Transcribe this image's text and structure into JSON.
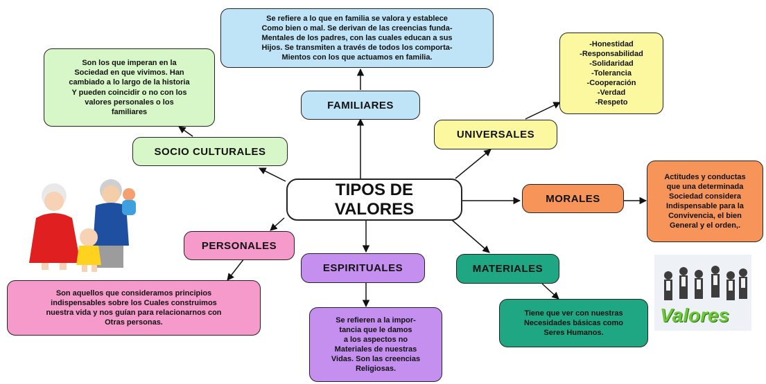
{
  "central": {
    "line1": "TIPOS DE",
    "line2": "VALORES"
  },
  "nodes": {
    "familiares": "FAMILIARES",
    "socio_culturales": "SOCIO CULTURALES",
    "universales": "UNIVERSALES",
    "morales": "MORALES",
    "personales": "PERSONALES",
    "espirituales": "ESPIRITUALES",
    "materiales": "MATERIALES"
  },
  "descriptions": {
    "familiares": [
      "Se refiere a lo que en familia se valora y establece",
      "Como bien o mal. Se derivan de las creencias funda-",
      "Mentales de los padres, con las cuales educan a sus",
      "Hijos. Se transmiten a través de todos los comporta-",
      "Mientos con los que actuamos en familia."
    ],
    "socio_culturales": [
      "Son los que imperan en la",
      "Sociedad en que vivimos. Han",
      "cambiado a lo largo de la historia",
      "Y pueden coincidir o no con los",
      "valores personales o los",
      "familiares"
    ],
    "universales": [
      "-Honestidad",
      "-Responsabilidad",
      "-Solidaridad",
      "-Tolerancia",
      "-Cooperación",
      "-Verdad",
      "-Respeto"
    ],
    "morales": [
      "Actitudes y conductas",
      "que una determinada",
      "Sociedad considera",
      "Indispensable para la",
      "Convivencia, el bien",
      "General y el orden,."
    ],
    "personales": [
      "Son aquellos que consideramos principios",
      "indispensables sobre los Cuales construimos",
      "nuestra vida y nos guían para relacionarnos con",
      "Otras personas."
    ],
    "espirituales": [
      "Se refieren a la impor-",
      "tancia que le damos",
      "a los aspectos no",
      "Materiales de nuestras",
      "Vidas. Son las creencias",
      "Religiosas."
    ],
    "materiales": [
      "Tiene que ver con nuestras",
      "Necesidades básicas como",
      "Seres Humanos."
    ]
  },
  "images": {
    "family_illustration": "family-illustration",
    "valores_photo_label": "Valores"
  },
  "colors": {
    "familiares": "#bfe3f7",
    "socio_culturales": "#d8f7c8",
    "universales": "#fbf8a0",
    "morales": "#f6945a",
    "personales": "#f59acb",
    "espirituales": "#c58ff0",
    "materiales": "#1fa784"
  }
}
